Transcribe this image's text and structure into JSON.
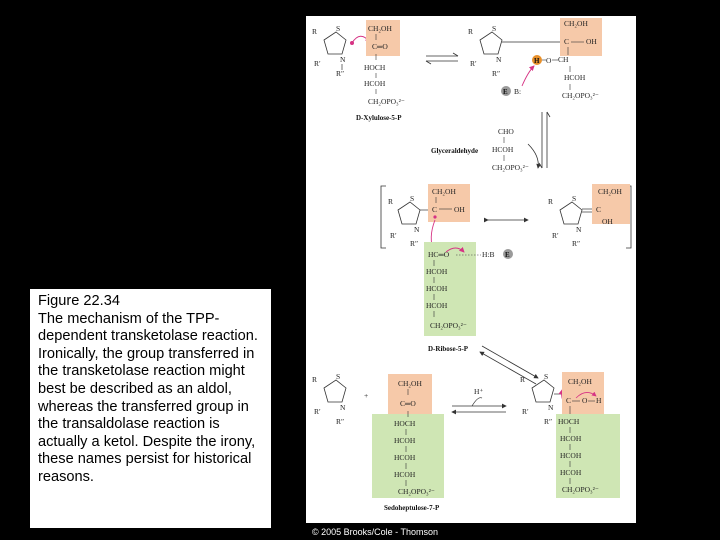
{
  "caption": {
    "title": "Figure 22.34",
    "body": "The mechanism of the TPP-dependent transketolase reaction. Ironically, the group transferred in the transketolase reaction might best be described as an aldol, whereas the transferred group in the transaldolase reaction is actually a ketol. Despite the irony, these names persist for historical reasons."
  },
  "diagram": {
    "labels": {
      "xylulose": "D-Xylulose-5-P",
      "glyceraldehyde": "Glyceraldehyde",
      "ribose": "D-Ribose-5-P",
      "sedoheptulose": "Sedoheptulose-7-P"
    },
    "text": {
      "ch2oh": "CH₂OH",
      "c_eq_o": "C═O",
      "c_oh": "C—OH",
      "hoch": "HOCH",
      "hcoh": "HCOH",
      "ch2opo3": "CH₂OPO₃²⁻",
      "cho": "CHO",
      "hc_eq_o": "HC═O",
      "h_b": "H:B",
      "e": "E",
      "b": "B:",
      "h": "H",
      "o": "O",
      "ch": "CH",
      "oh": "OH",
      "c": "C",
      "s": "S",
      "n": "N",
      "r": "R",
      "r1": "R′",
      "r2": "R″",
      "plus": "+",
      "hplus": "H⁺"
    },
    "colors": {
      "orange_box": "#f6c9a9",
      "green_box": "#cfe6b4",
      "arrow_pink": "#d63384",
      "enzyme_gray": "#9a9a9a",
      "proton_orange": "#e8902a"
    }
  },
  "copyright": "© 2005 Brooks/Cole - Thomson"
}
